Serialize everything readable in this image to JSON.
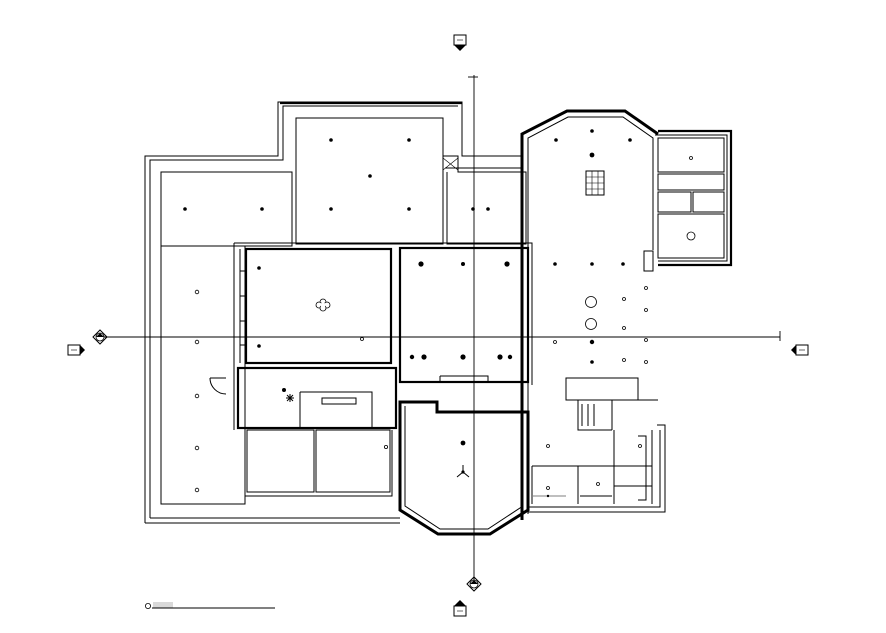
{
  "drawing": {
    "title_block": {
      "number": "",
      "caption": ""
    },
    "section_markers": [
      "top",
      "bottom",
      "left",
      "right"
    ],
    "elevation_markers": [
      "left-axis",
      "bottom-axis"
    ],
    "icons": {
      "downlight": "dot-icon",
      "feature_light": "large-circle-icon",
      "ceiling_fan": "fan-icon",
      "pendant": "chandelier-icon",
      "grid_light": "grid-panel-icon"
    }
  }
}
